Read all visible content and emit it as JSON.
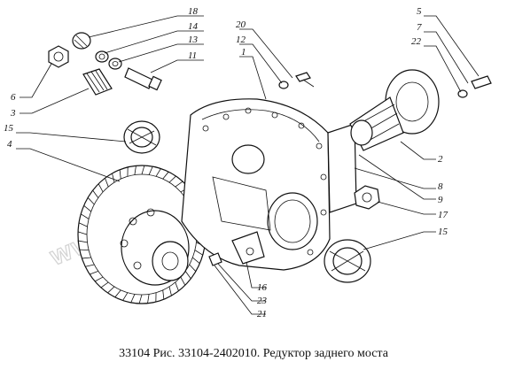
{
  "caption": "33104 Рис. 33104-2402010. Редуктор заднего моста",
  "watermark": "www.hoton-book.kz",
  "callouts": [
    {
      "id": "18",
      "text": "18"
    },
    {
      "id": "14",
      "text": "14"
    },
    {
      "id": "13",
      "text": "13"
    },
    {
      "id": "11",
      "text": "11"
    },
    {
      "id": "6",
      "text": "6"
    },
    {
      "id": "3",
      "text": "3"
    },
    {
      "id": "15a",
      "text": "15"
    },
    {
      "id": "4",
      "text": "4"
    },
    {
      "id": "20",
      "text": "20"
    },
    {
      "id": "12",
      "text": "12"
    },
    {
      "id": "1",
      "text": "1"
    },
    {
      "id": "5",
      "text": "5"
    },
    {
      "id": "7",
      "text": "7"
    },
    {
      "id": "22",
      "text": "22"
    },
    {
      "id": "2",
      "text": "2"
    },
    {
      "id": "8",
      "text": "8"
    },
    {
      "id": "9",
      "text": "9"
    },
    {
      "id": "17",
      "text": "17"
    },
    {
      "id": "15b",
      "text": "15"
    },
    {
      "id": "16",
      "text": "16"
    },
    {
      "id": "23",
      "text": "23"
    },
    {
      "id": "21",
      "text": "21"
    }
  ]
}
